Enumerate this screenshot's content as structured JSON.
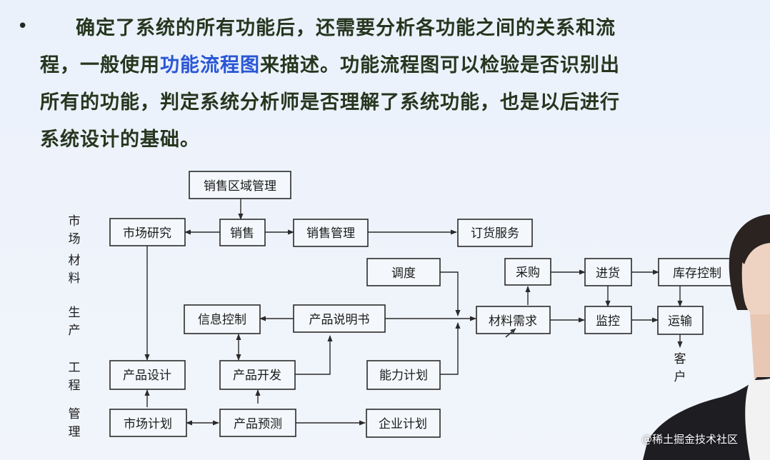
{
  "slide": {
    "bullet": "•",
    "paragraph": {
      "line1": "确定了系统的所有功能后，还需要分析各功能之间的关系和流",
      "line2_pre": "程，一般使用",
      "line2_highlight": "功能流程图",
      "line2_post": "来描述。功能流程图可以检验是否识别出",
      "line3": "所有的功能，判定系统分析师是否理解了系统功能，也是以后进行",
      "line4": "系统设计的基础。"
    },
    "highlight_color": "#2a56d6"
  },
  "diagram": {
    "side_labels": [
      "市",
      "场",
      "材",
      "料",
      "生",
      "产",
      "工",
      "程",
      "管",
      "理"
    ],
    "nodes": {
      "sales_region": "销售区域管理",
      "market_research": "市场研究",
      "sales": "销售",
      "sales_management": "销售管理",
      "order_service": "订货服务",
      "scheduling": "调度",
      "procurement": "采购",
      "purchase": "进货",
      "inventory_control": "库存控制",
      "info_control": "信息控制",
      "product_manual": "产品说明书",
      "material_demand": "材料需求",
      "monitoring": "监控",
      "transport": "运输",
      "product_design": "产品设计",
      "product_dev": "产品开发",
      "capacity_plan": "能力计划",
      "market_plan": "市场计划",
      "product_forecast": "产品预测",
      "enterprise_plan": "企业计划"
    },
    "customer": [
      "客",
      "户"
    ]
  },
  "watermark": "@稀土掘金技术社区"
}
